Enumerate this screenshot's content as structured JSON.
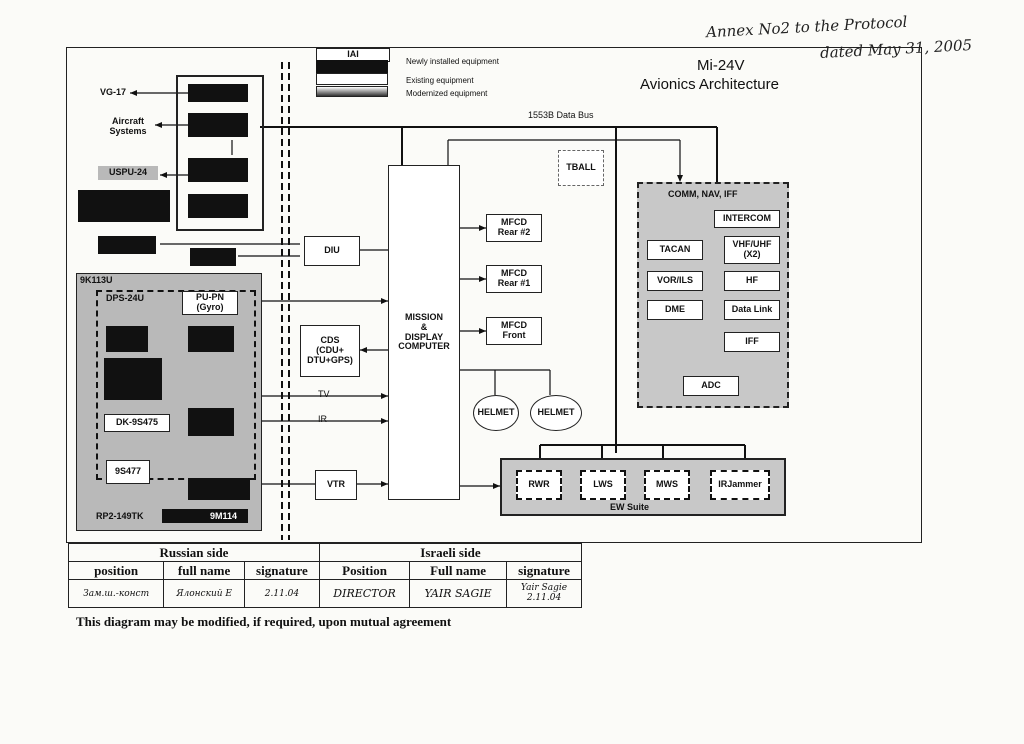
{
  "annex": {
    "line1": "Annex No2 to the Protocol",
    "line2": "dated May 31, 2005"
  },
  "title": {
    "line1": "Mi-24V",
    "line2": "Avionics Architecture"
  },
  "legend": {
    "iai": "IAI",
    "new": "Newly installed equipment",
    "existing": "Existing equipment",
    "modernized": "Modernized equipment"
  },
  "bus_label": "1553B Data Bus",
  "left": {
    "vg17": "VG-17",
    "aircraft_systems": "Aircraft\nSystems",
    "uspu": "USPU-24",
    "group_9k113u": "9K113U",
    "dps": "DPS-24U",
    "pupn": "PU-PN\n(Gyro)",
    "dk": "DK-9S475",
    "s9477": "9S477",
    "rp2": "RP2-149TK",
    "m114": "9M114"
  },
  "center": {
    "diu": "DIU",
    "cds": "CDS\n(CDU+\nDTU+GPS)",
    "tv": "TV",
    "ir": "IR",
    "vtr": "VTR",
    "mdc": "MISSION\n&\nDISPLAY\nCOMPUTER",
    "mfcd_rear2": "MFCD\nRear #2",
    "mfcd_rear1": "MFCD\nRear #1",
    "mfcd_front": "MFCD\nFront",
    "helmet": "HELMET",
    "tball": "TBALL"
  },
  "comm": {
    "title": "COMM, NAV, IFF",
    "intercom": "INTERCOM",
    "tacan": "TACAN",
    "vhfuhf": "VHF/UHF\n(X2)",
    "vorils": "VOR/ILS",
    "hf": "HF",
    "dme": "DME",
    "datalink": "Data Link",
    "iff": "IFF",
    "adc": "ADC"
  },
  "ew": {
    "title": "EW Suite",
    "rwr": "RWR",
    "lws": "LWS",
    "mws": "MWS",
    "irjammer": "IRJammer"
  },
  "signatures": {
    "russian_side": "Russian side",
    "israeli_side": "Israeli side",
    "ru_headers": [
      "position",
      "full name",
      "signature"
    ],
    "il_headers": [
      "Position",
      "Full name",
      "signature"
    ],
    "ru_values": [
      "Зам.ш.-конст",
      "Ялонский Е",
      "2.11.04"
    ],
    "il_values": [
      "DIRECTOR",
      "YAIR SAGIE",
      "Yair Sagie\n2.11.04"
    ]
  },
  "note": "This diagram may be modified, if required, upon mutual agreement"
}
